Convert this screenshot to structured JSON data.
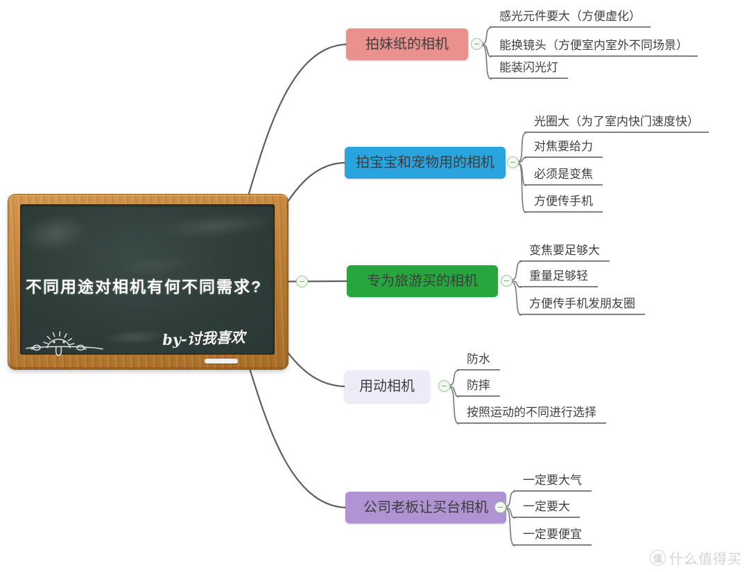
{
  "central": {
    "title": "不同用途对相机有何不同需求?",
    "signature": "by-讨我喜欢"
  },
  "branches": [
    {
      "label": "拍妹纸的相机",
      "color": "#ea918e",
      "children": [
        "感光元件要大（方便虚化）",
        "能换镜头（方便室内室外不同场景）",
        "能装闪光灯"
      ]
    },
    {
      "label": "拍宝宝和宠物用的相机",
      "color": "#29a4df",
      "children": [
        "光圈大（为了室内快门速度快）",
        "对焦要给力",
        "必须是变焦",
        "方便传手机"
      ]
    },
    {
      "label": "专为旅游买的相机",
      "color": "#27a63e",
      "children": [
        "变焦要足够大",
        "重量足够轻",
        "方便传手机发朋友圈"
      ]
    },
    {
      "label": "用动相机",
      "color": "#ecebf7",
      "children": [
        "防水",
        "防摔",
        "按照运动的不同进行选择"
      ]
    },
    {
      "label": "公司老板让买台相机",
      "color": "#af93d3",
      "children": [
        "一定要大气",
        "一定要大",
        "一定要便宜"
      ]
    }
  ],
  "watermark": {
    "logo": "值",
    "text": "什么值得买"
  }
}
